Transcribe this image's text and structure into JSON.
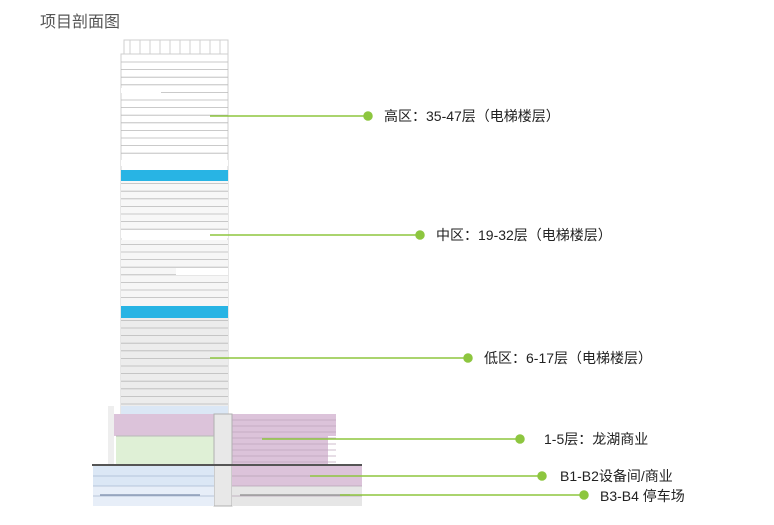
{
  "title": "项目剖面图",
  "colors": {
    "floor_line": "#b8b8b8",
    "refuge_floor": "#28b4e4",
    "podium_commercial": "#dcc3da",
    "podium_green": "#dff0d6",
    "podium_blue": "#dbe7f5",
    "leader": "#8dc63f"
  },
  "zones": [
    {
      "id": "high",
      "label": "高区：35-47层（电梯楼层）"
    },
    {
      "id": "mid",
      "label": "中区：19-32层（电梯楼层）"
    },
    {
      "id": "low",
      "label": "低区：6-17层（电梯楼层）"
    },
    {
      "id": "podium",
      "label": "1-5层：龙湖商业"
    },
    {
      "id": "b1b2",
      "label": "B1-B2设备间/商业"
    },
    {
      "id": "b3b4",
      "label": "B3-B4 停车场"
    }
  ]
}
